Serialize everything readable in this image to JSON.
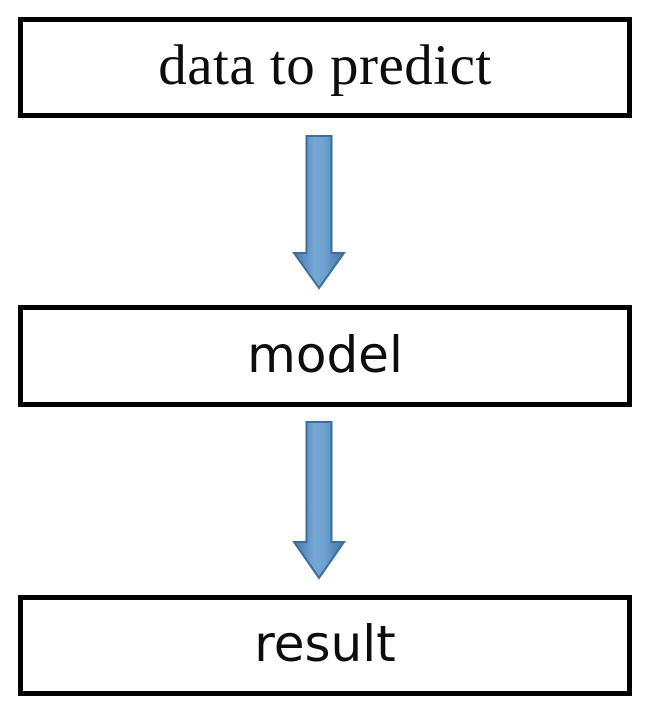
{
  "diagram": {
    "title": "prediction pipeline flowchart",
    "type": "flowchart",
    "orientation": "vertical top-to-bottom",
    "background_color": "#ffffff",
    "border_color": "#000000",
    "arrow_fill_light": "#6fa3d2",
    "arrow_fill_dark": "#4a7ba8",
    "arrow_outline": "#3a6d9a",
    "nodes": [
      {
        "id": "data-to-predict",
        "label": "data to predict",
        "shape": "rectangle",
        "font_style": "serif"
      },
      {
        "id": "model",
        "label": "model",
        "shape": "rectangle",
        "font_style": "sans-serif"
      },
      {
        "id": "result",
        "label": "result",
        "shape": "rectangle",
        "font_style": "sans-serif"
      }
    ],
    "edges": [
      {
        "id": "data-to-model",
        "from": "data-to-predict",
        "to": "model",
        "label": "",
        "style": "block-arrow-down"
      },
      {
        "id": "model-to-result",
        "from": "model",
        "to": "result",
        "label": "",
        "style": "block-arrow-down"
      }
    ]
  }
}
